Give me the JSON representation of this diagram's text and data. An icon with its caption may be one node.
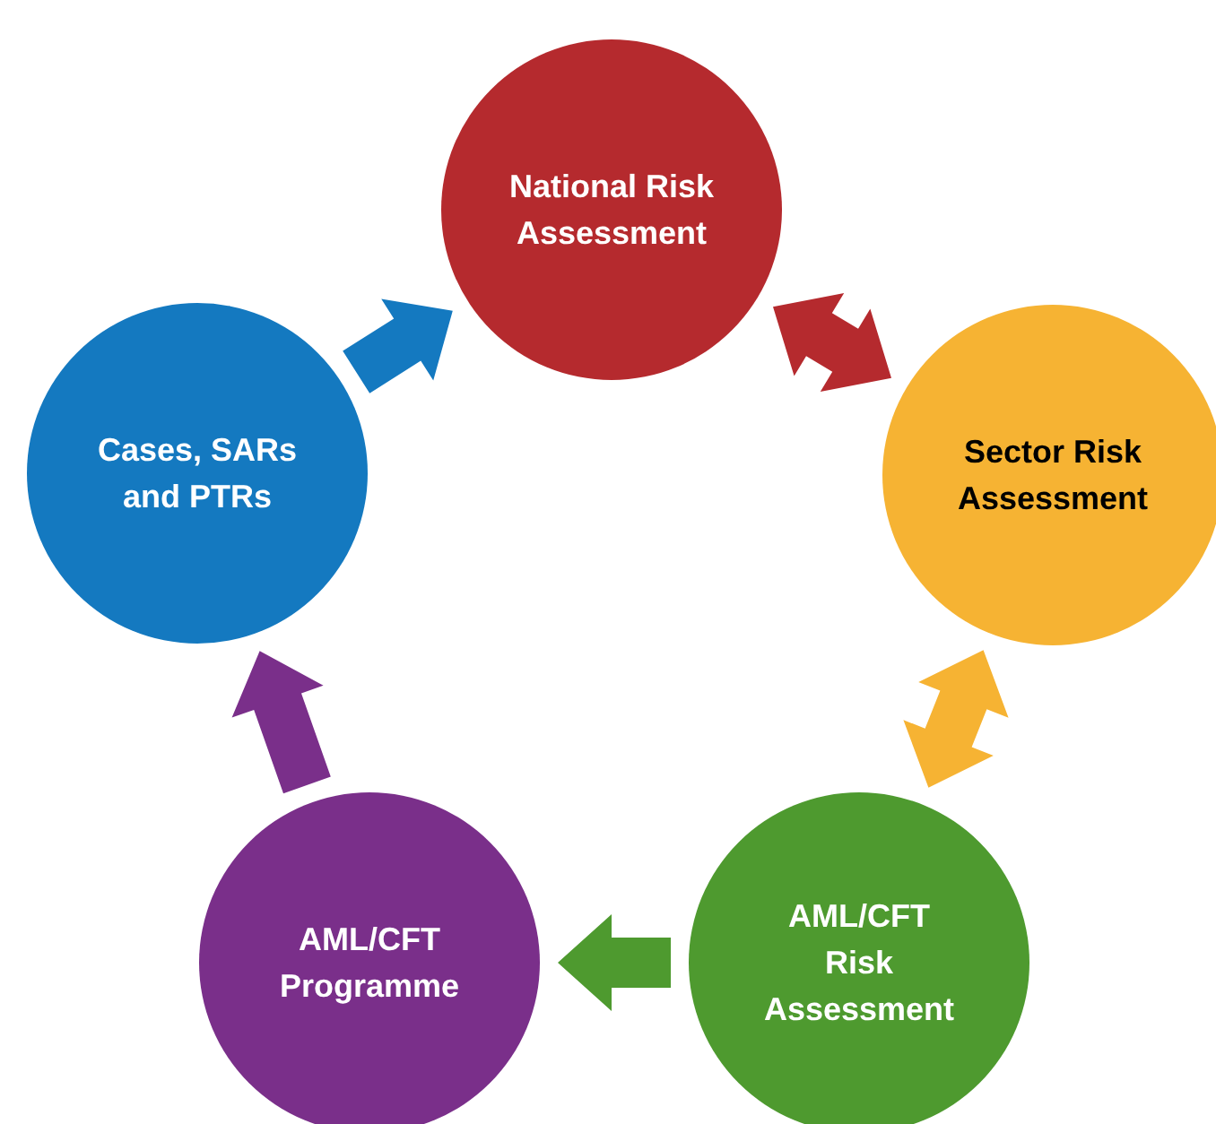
{
  "diagram": {
    "nodes": [
      {
        "text": [
          "National Risk Assessment"
        ]
      },
      {
        "text": [
          "Sector Risk Assessment"
        ]
      },
      {
        "text": [
          "AML/CFT Risk Assessment"
        ]
      },
      {
        "text": [
          "AML/CFT Programme"
        ]
      },
      {
        "text": [
          "Cases, SARs and PTRs"
        ]
      }
    ],
    "edges": [
      {
        "from": 0,
        "to": 1,
        "arrow": "both",
        "style": "thick",
        "color": "#b52a2e"
      },
      {
        "from": 1,
        "to": 2,
        "arrow": "both",
        "style": "thick",
        "color": "#f6b333"
      },
      {
        "from": 2,
        "to": 3,
        "arrow": "to",
        "style": "thick",
        "color": "#4e9a2f"
      },
      {
        "from": 3,
        "to": 4,
        "arrow": "to",
        "style": "thick",
        "color": "#7a2f8a"
      },
      {
        "from": 4,
        "to": 0,
        "arrow": "to",
        "style": "thick",
        "color": "#1479c0"
      }
    ]
  }
}
